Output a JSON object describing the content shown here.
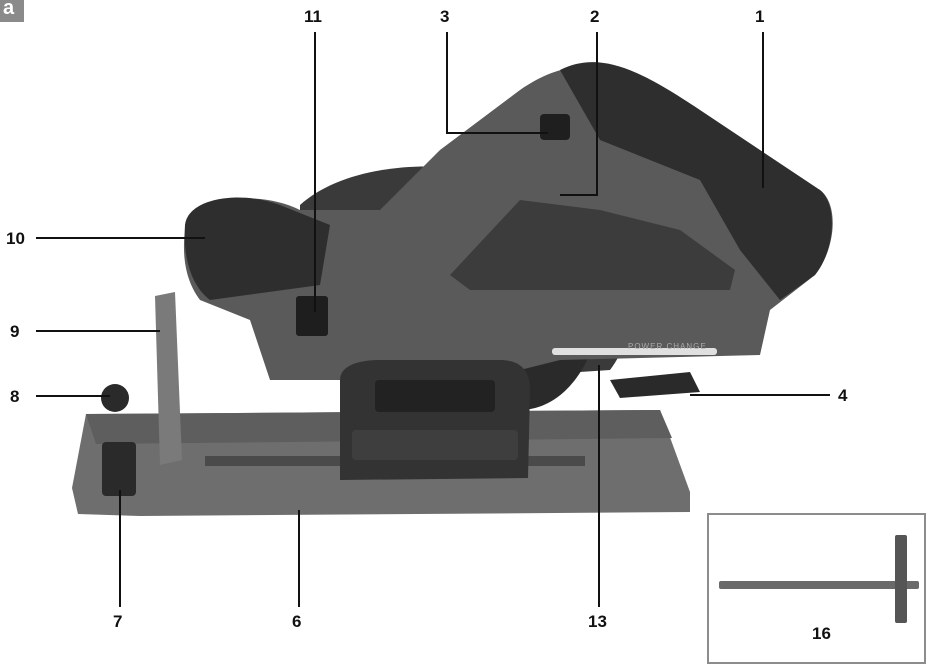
{
  "figure": {
    "tag": "a"
  },
  "callouts": {
    "n1": "1",
    "n2": "2",
    "n3": "3",
    "n4": "4",
    "n6": "6",
    "n7": "7",
    "n8": "8",
    "n9": "9",
    "n10": "10",
    "n11": "11",
    "n13": "13",
    "n16": "16"
  },
  "saw": {
    "brand_text": "POWER CHANGE"
  },
  "colors": {
    "body": "#5a5a5a",
    "dark": "#2e2e2e",
    "light": "#8a8a8a",
    "line": "#111111"
  },
  "icons": {
    "main": "circular-saw-illustration",
    "accessory": "parallel-guide-illustration"
  }
}
